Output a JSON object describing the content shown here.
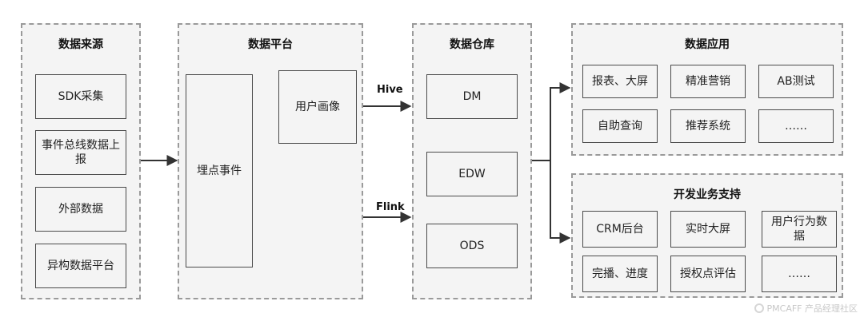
{
  "groups": {
    "sources": {
      "title": "数据来源",
      "items": [
        "SDK采集",
        "事件总线数据上报",
        "外部数据",
        "异构数据平台"
      ]
    },
    "platform": {
      "title": "数据平台",
      "event": "埋点事件",
      "profile": "用户画像"
    },
    "warehouse": {
      "title": "数据仓库",
      "items": [
        "DM",
        "EDW",
        "ODS"
      ]
    },
    "apps": {
      "title": "数据应用",
      "items": [
        "报表、大屏",
        "精准营销",
        "AB测试",
        "自助查询",
        "推荐系统",
        "……"
      ]
    },
    "business": {
      "title": "开发业务支持",
      "items": [
        "CRM后台",
        "实时大屏",
        "用户行为数据",
        "完播、进度",
        "授权点评估",
        "……"
      ]
    }
  },
  "edges": {
    "hive": "Hive",
    "flink": "Flink"
  },
  "watermark": "PMCAFF 产品经理社区",
  "colors": {
    "border": "#9a9a9a",
    "box_border": "#4a4a4a",
    "fill": "#f4f4f4",
    "arrow": "#333333"
  }
}
